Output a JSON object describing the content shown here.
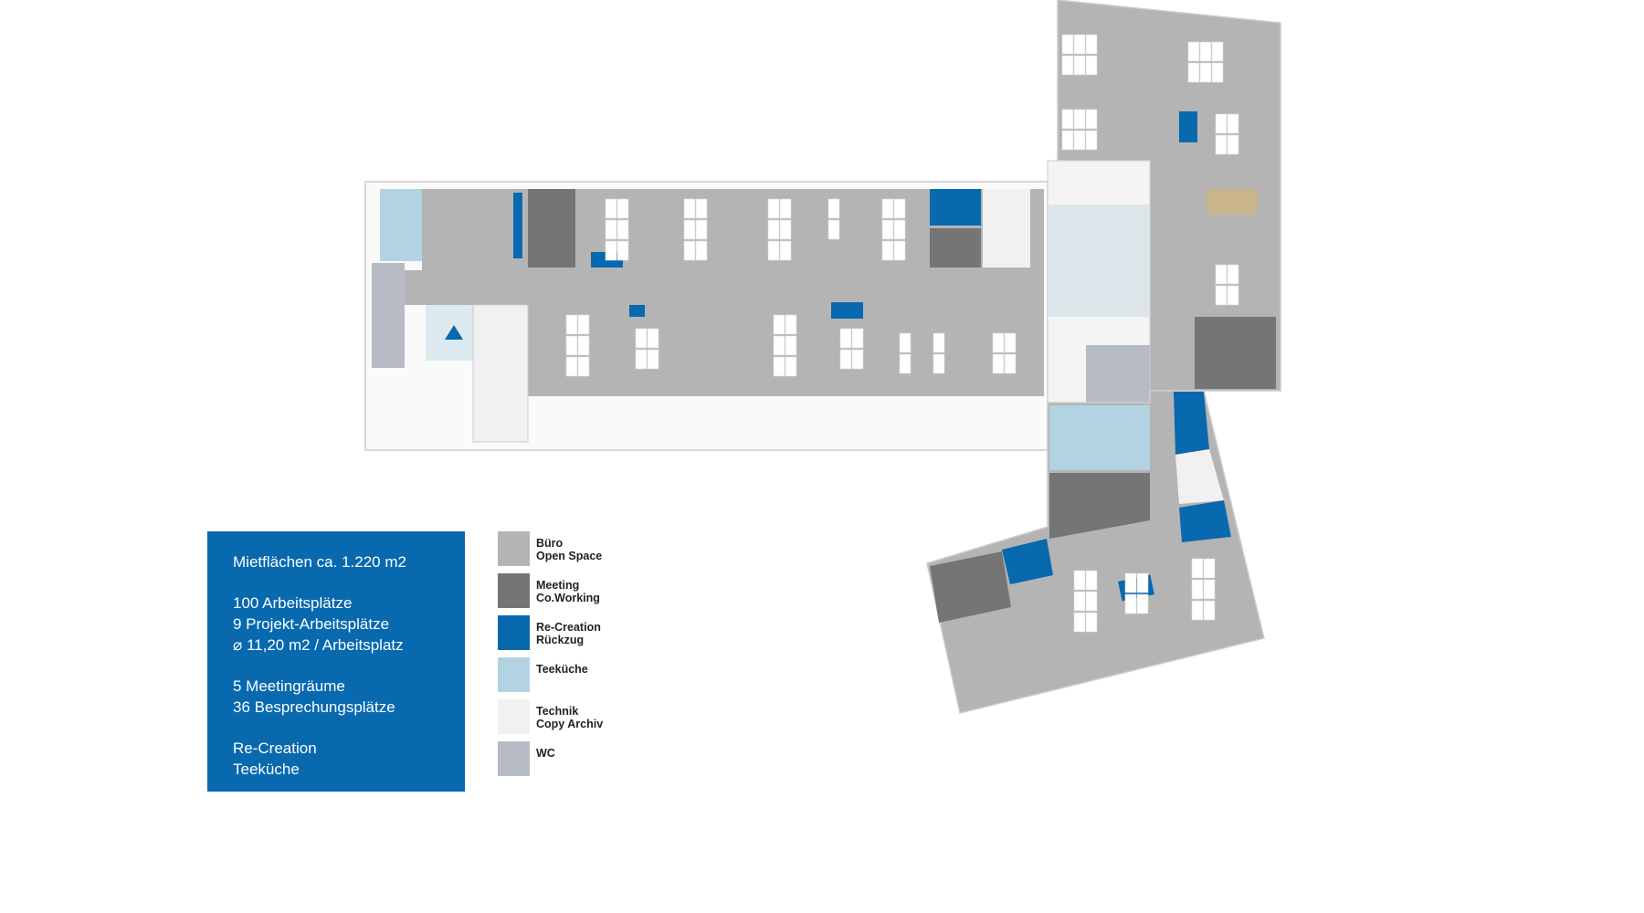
{
  "info": {
    "area": "Mietflächen ca. 1.220 m2",
    "workplaces": [
      "100 Arbeitsplätze",
      "9 Projekt-Arbeitsplätze",
      "⌀ 11,20 m2 / Arbeitsplatz"
    ],
    "meetings": [
      "5 Meetingräume",
      "36 Besprechungsplätze"
    ],
    "extras": [
      "Re-Creation",
      "Teeküche"
    ]
  },
  "legend": [
    {
      "line1": "Büro",
      "line2": "Open Space",
      "color": "#b4b4b4"
    },
    {
      "line1": "Meeting",
      "line2": "Co.Working",
      "color": "#757575"
    },
    {
      "line1": "Re-Creation",
      "line2": "Rückzug",
      "color": "#0869ae"
    },
    {
      "line1": "Teeküche",
      "line2": "",
      "color": "#b3d3e3"
    },
    {
      "line1": "Technik",
      "line2": "Copy Archiv",
      "color": "#f1f1f1"
    },
    {
      "line1": "WC",
      "line2": "",
      "color": "#b6bbc6"
    }
  ],
  "colors": {
    "office": "#b4b4b4",
    "meeting": "#757575",
    "recreation": "#0869ae",
    "kitchen": "#b3d3e3",
    "technik": "#f1f1f1",
    "wc": "#b6bbc6"
  }
}
